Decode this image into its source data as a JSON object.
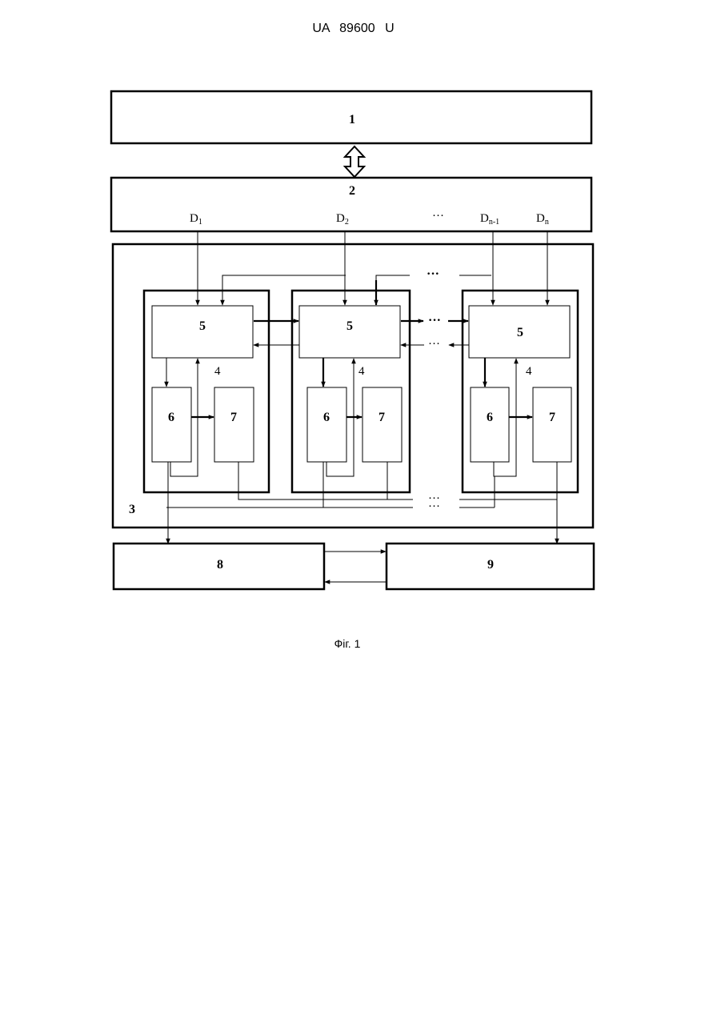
{
  "header": {
    "doc_id": "UA   89600   U"
  },
  "blocks": {
    "b1": "1",
    "b2": "2",
    "b3": "3",
    "b8": "8",
    "b9": "9",
    "sub_label": "4",
    "inner_5": "5",
    "inner_6": "6",
    "inner_7": "7"
  },
  "inputs": {
    "d1": {
      "base": "D",
      "sub": "1"
    },
    "d2": {
      "base": "D",
      "sub": "2"
    },
    "dn1": {
      "base": "D",
      "sub": "n-1"
    },
    "dn": {
      "base": "D",
      "sub": "n"
    }
  },
  "ellipsis": "···",
  "ellipsis_alt": "…",
  "caption": "Фіг. 1"
}
